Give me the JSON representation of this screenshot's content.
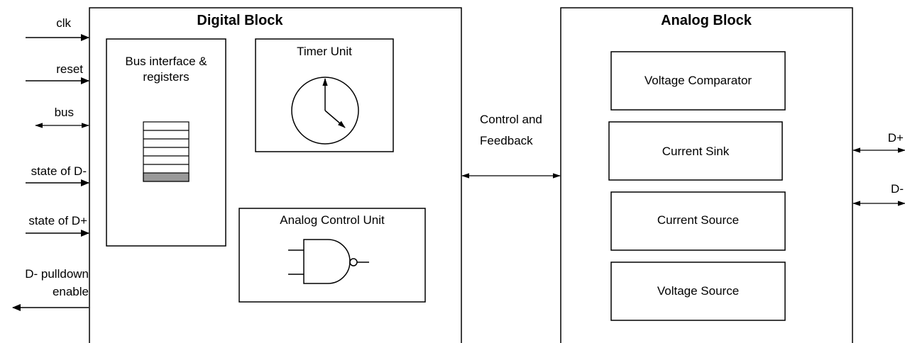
{
  "digital_block": {
    "title": "Digital Block",
    "bus_interface": {
      "label_line1": "Bus interface &",
      "label_line2": "registers"
    },
    "timer_unit": {
      "label": "Timer Unit"
    },
    "analog_control_unit": {
      "label": "Analog Control Unit"
    }
  },
  "analog_block": {
    "title": "Analog Block",
    "components": [
      "Voltage Comparator",
      "Current Sink",
      "Current Source",
      "Voltage Source"
    ]
  },
  "interconnect": {
    "line1": "Control and",
    "line2": "Feedback"
  },
  "left_signals": {
    "clk": "clk",
    "reset": "reset",
    "bus": "bus",
    "state_dminus": "state of D-",
    "state_dplus": "state of D+",
    "pulldown_line1": "D- pulldown",
    "pulldown_line2": "enable"
  },
  "right_signals": {
    "dplus": "D+",
    "dminus": "D-"
  }
}
